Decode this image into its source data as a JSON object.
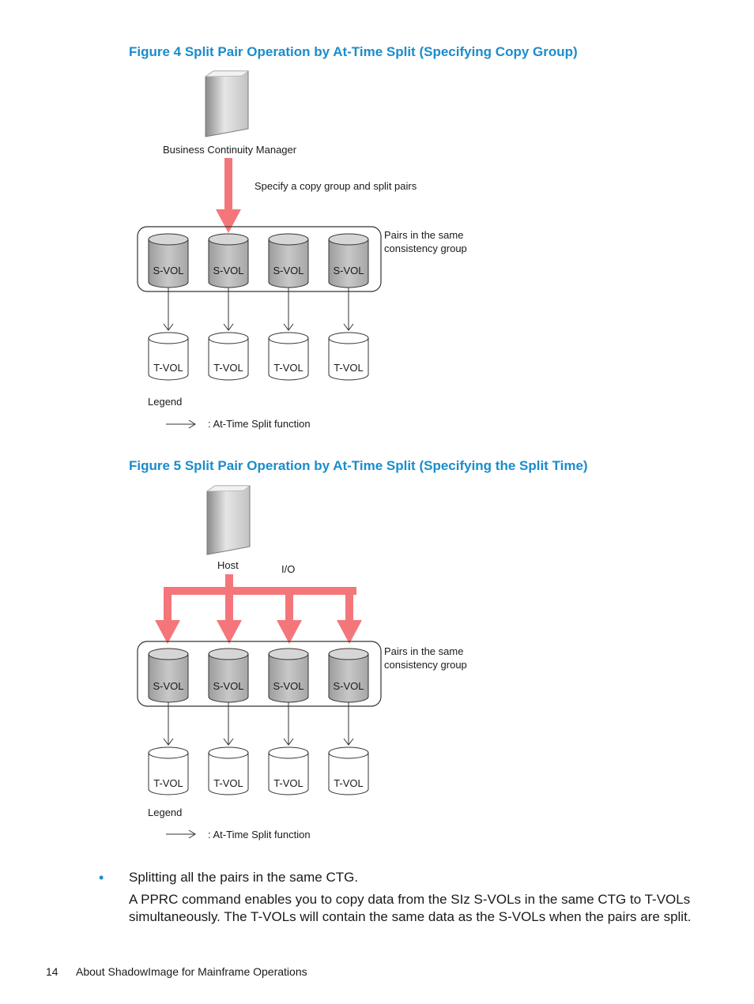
{
  "figure4": {
    "title": "Figure 4 Split Pair Operation by At-Time Split (Specifying Copy Group)",
    "source_label": "Business Continuity Manager",
    "action_label": "Specify a copy group and split pairs",
    "group_label_line1": "Pairs in the same",
    "group_label_line2": "consistency group",
    "svol_labels": [
      "S-VOL",
      "S-VOL",
      "S-VOL",
      "S-VOL"
    ],
    "tvol_labels": [
      "T-VOL",
      "T-VOL",
      "T-VOL",
      "T-VOL"
    ],
    "legend_title": "Legend",
    "legend_item": ": At-Time Split function"
  },
  "figure5": {
    "title": "Figure 5 Split Pair Operation by At-Time Split (Specifying the Split Time)",
    "source_label": "Host",
    "action_label": "I/O",
    "group_label_line1": "Pairs in the same",
    "group_label_line2": "consistency group",
    "svol_labels": [
      "S-VOL",
      "S-VOL",
      "S-VOL",
      "S-VOL"
    ],
    "tvol_labels": [
      "T-VOL",
      "T-VOL",
      "T-VOL",
      "T-VOL"
    ],
    "legend_title": "Legend",
    "legend_item": ": At-Time Split function"
  },
  "bullet": {
    "heading": "Splitting all the pairs in the same CTG.",
    "paragraph": "A PPRC command enables you to copy data from the SIz S-VOLs in the same CTG to T-VOLs simultaneously. The T-VOLs will contain the same data as the S-VOLs when the pairs are split."
  },
  "footer": {
    "page_number": "14",
    "section": "About ShadowImage for Mainframe Operations"
  },
  "colors": {
    "caption": "#1a8ccc",
    "arrow": "#f4767b",
    "svol_fill": "#b0b0b0",
    "tvol_fill": "#ffffff"
  }
}
